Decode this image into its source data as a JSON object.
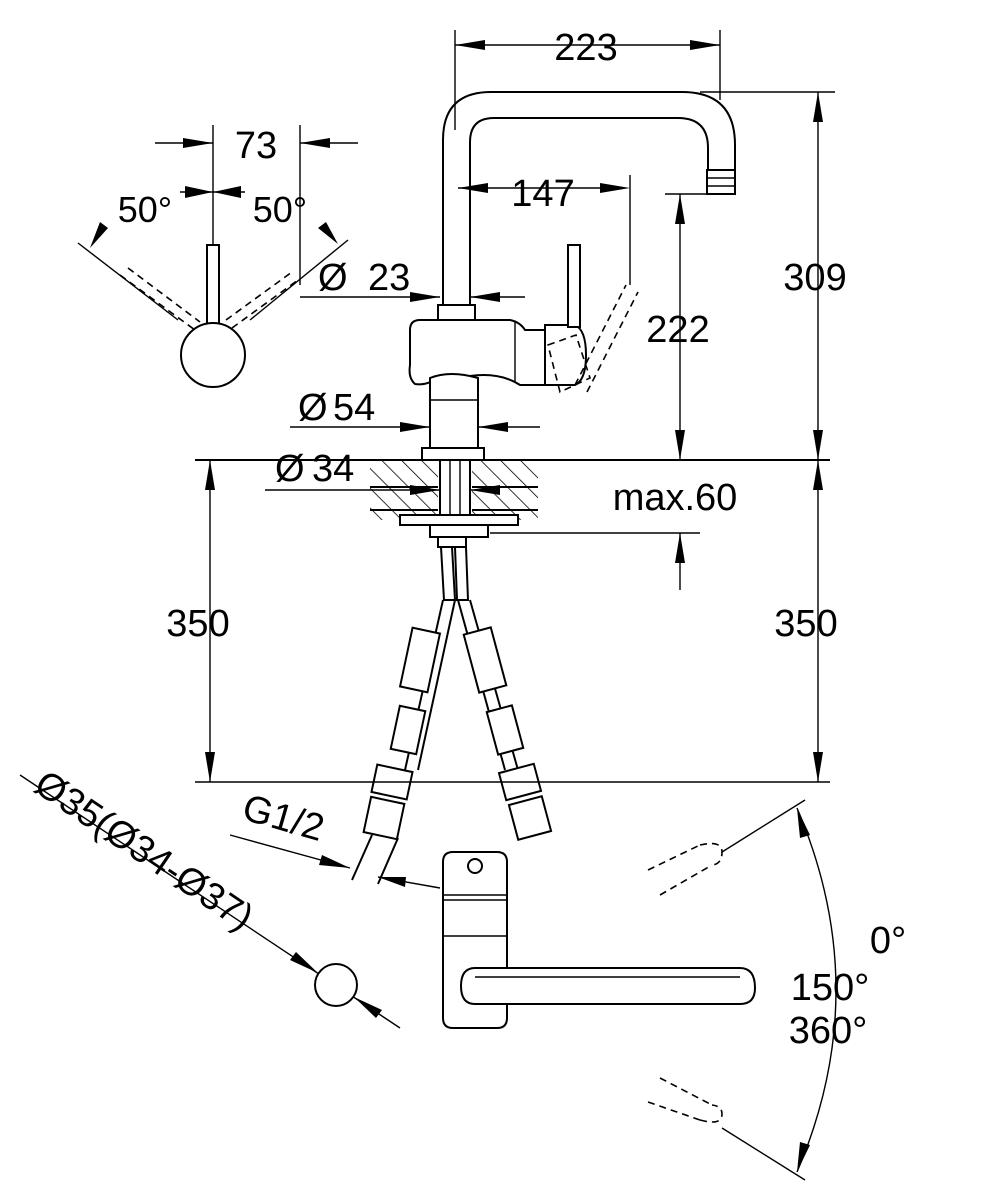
{
  "dimensions": {
    "spout_reach_total": "223",
    "lever_side_width": "73",
    "lever_angle_left": "50°",
    "lever_angle_right": "50°",
    "spout_reach_inner": "147",
    "lever_diameter": "23",
    "total_height": "309",
    "spout_clearance_height": "222",
    "body_diameter": "54",
    "shank_diameter": "34",
    "deck_thickness_max": "max.60",
    "hose_length_left": "350",
    "hose_length_right": "350",
    "thread_size": "G1/2",
    "hole_diameter": "Ø35(Ø34-Ø37)"
  },
  "rotation": {
    "angle_start": "0°",
    "angle_mid": "150°",
    "angle_full": "360°"
  }
}
